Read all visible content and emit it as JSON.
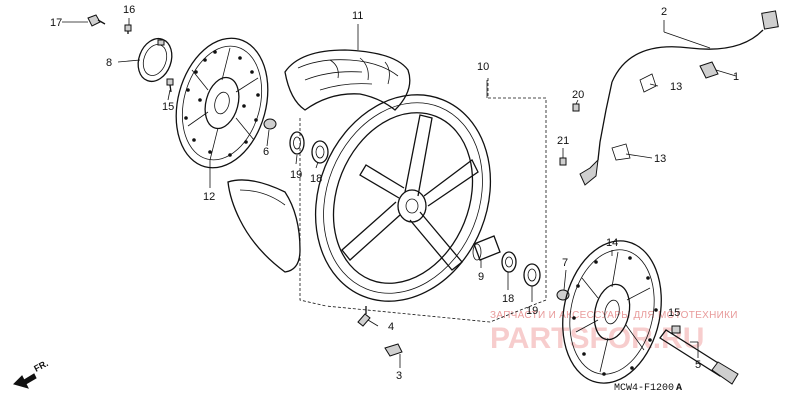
{
  "diagram": {
    "callouts": {
      "c1": "1",
      "c2": "2",
      "c3": "3",
      "c4": "4",
      "c5": "5",
      "c6": "6",
      "c7": "7",
      "c8": "8",
      "c9": "9",
      "c10": "10",
      "c11": "11",
      "c12": "12",
      "c13a": "13",
      "c13b": "13",
      "c14": "14",
      "c15a": "15",
      "c15b": "15",
      "c16": "16",
      "c17": "17",
      "c18a": "18",
      "c18b": "18",
      "c19a": "19",
      "c19b": "19",
      "c20": "20",
      "c21": "21"
    },
    "direction_label": "FR.",
    "diagram_code": "MCW4-F1200",
    "diagram_code_suffix": "A"
  },
  "watermark": {
    "caption": "ЗАПЧАСТИ И АКСЕССУАРЫ ДЛЯ МОТОТЕХНИКИ",
    "brand": "PARTSFOR.RU"
  }
}
